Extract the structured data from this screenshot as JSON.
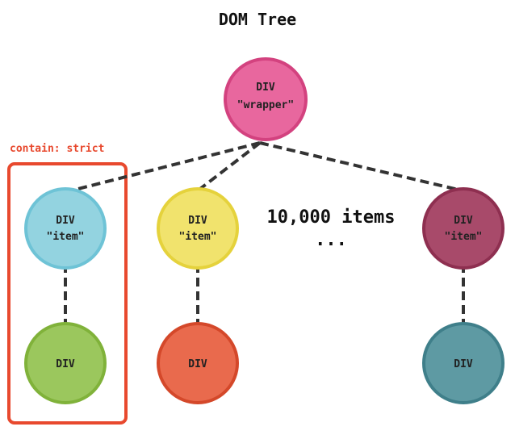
{
  "title": "DOM Tree",
  "contain_label": "contain: strict",
  "items_label": "10,000 items",
  "ellipsis": "...",
  "colors": {
    "wrapper_fill": "#e8679e",
    "wrapper_stroke": "#d3427f",
    "contain_box": "#e8492e",
    "edge": "#333333"
  },
  "nodes": {
    "wrapper": {
      "line1": "DIV",
      "line2": "\"wrapper\""
    },
    "item1": {
      "line1": "DIV",
      "line2": "\"item\"",
      "fill": "#93d3e0",
      "stroke": "#6ec3d6"
    },
    "item2": {
      "line1": "DIV",
      "line2": "\"item\"",
      "fill": "#f1e36d",
      "stroke": "#e5d23c"
    },
    "item3": {
      "line1": "DIV",
      "line2": "\"item\"",
      "fill": "#a84a6a",
      "stroke": "#8e2f50"
    },
    "child1": {
      "line1": "DIV",
      "fill": "#9bc75d",
      "stroke": "#80b23a"
    },
    "child2": {
      "line1": "DIV",
      "fill": "#e96a4d",
      "stroke": "#d4482a"
    },
    "child3": {
      "line1": "DIV",
      "fill": "#5e9aa3",
      "stroke": "#3f7f8a"
    }
  }
}
